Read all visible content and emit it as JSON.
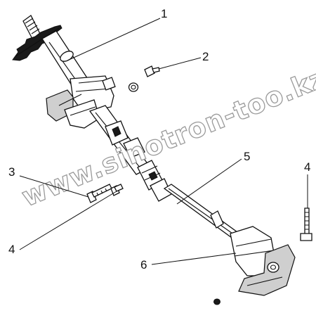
{
  "diagram": {
    "watermark": "www.sinotron-too.kz",
    "callouts": [
      {
        "id": "1",
        "label": "1"
      },
      {
        "id": "2",
        "label": "2"
      },
      {
        "id": "3",
        "label": "3"
      },
      {
        "id": "4a",
        "label": "4"
      },
      {
        "id": "4b",
        "label": "4"
      },
      {
        "id": "5",
        "label": "5"
      },
      {
        "id": "6",
        "label": "6"
      }
    ]
  }
}
